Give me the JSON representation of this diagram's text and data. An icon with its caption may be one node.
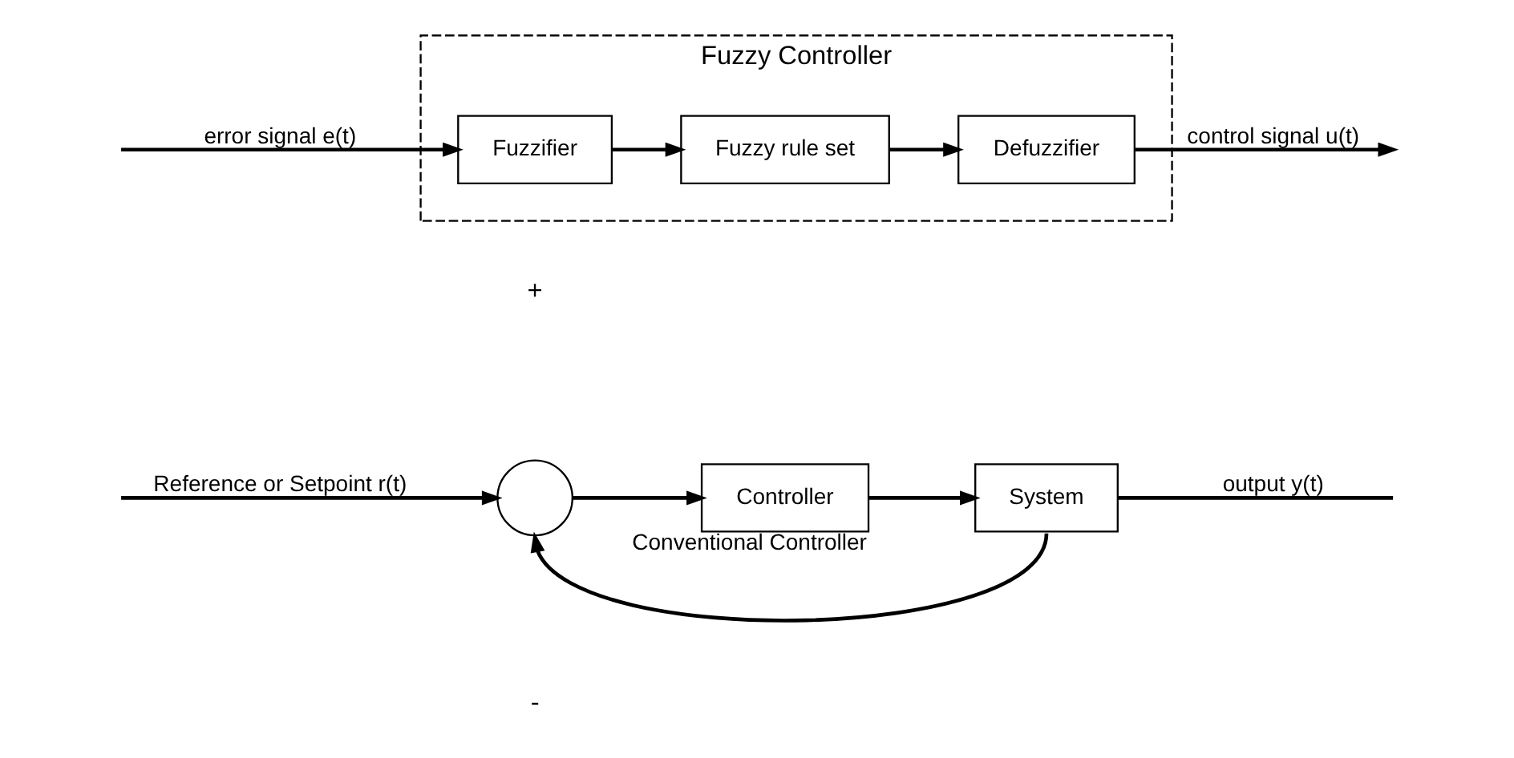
{
  "diagram": {
    "nodes": [
      {
        "text": [
          "Fuzzy Controller"
        ]
      },
      {
        "text": [
          "Fuzzifier"
        ],
        "in": 0
      },
      {
        "text": [
          "Fuzzy rule set"
        ],
        "in": 0
      },
      {
        "text": [
          "Defuzzifier"
        ],
        "in": 0
      },
      {
        "text": [],
        "shape": "circle"
      },
      {
        "text": [
          "Controller"
        ],
        "beside": [
          "Conventional Controller"
        ]
      },
      {
        "text": [
          "System"
        ]
      }
    ],
    "edges": [
      {
        "from": null,
        "to": 1,
        "arrow": "to",
        "label": "error signal e(t)"
      },
      {
        "from": 1,
        "to": 2,
        "arrow": "to"
      },
      {
        "from": 2,
        "to": 3,
        "arrow": "to"
      },
      {
        "from": 3,
        "to": null,
        "arrow": "to",
        "label": "control signal u(t)"
      },
      {
        "from": null,
        "to": 4,
        "arrow": "to",
        "label": "Reference or Setpoint r(t)"
      },
      {
        "from": 4,
        "to": 5,
        "arrow": "to"
      },
      {
        "from": 5,
        "to": 6,
        "arrow": "to"
      },
      {
        "from": 6,
        "to": null,
        "arrow": "none",
        "label": "output y(t)"
      },
      {
        "from": 6,
        "to": 4,
        "arrow": "to"
      }
    ],
    "labels": [
      "+",
      "-"
    ]
  }
}
